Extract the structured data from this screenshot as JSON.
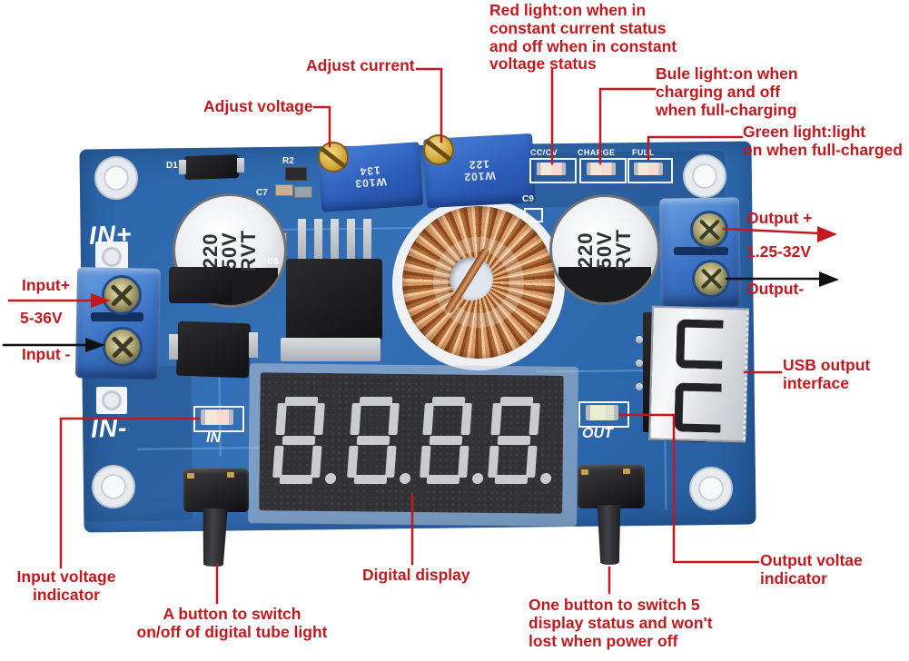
{
  "colors": {
    "annotation_red": "#c2191e",
    "pcb_blue": "#2f6db2",
    "terminal_blue": "#3d79c8",
    "copper": "#c98a52",
    "arrow_black": "#111111"
  },
  "annotations": {
    "red_light": "Red light:on when in\nconstant current status\nand off when in constant\nvoltage status",
    "blue_light": "Bule light:on when\ncharging and off\nwhen full-charging",
    "green_light": "Green light:light\non when full-charged",
    "adjust_current": "Adjust current",
    "adjust_voltage": "Adjust voltage",
    "output_plus": "Output +",
    "output_range": "1.25-32V",
    "output_minus": "Output-",
    "usb": "USB output\ninterface",
    "input_plus": "Input+",
    "input_range": "5-36V",
    "input_minus": "Input -",
    "input_indicator": "Input voltage\nindicator",
    "left_button": "A button to switch\non/off of digital tube light",
    "digital_display": "Digital display",
    "right_button": "One button to switch 5\ndisplay status and won't\nlost when power off",
    "output_indicator": "Output voltae\nindicator"
  },
  "board": {
    "silkscreen": {
      "in_plus": "IN+",
      "in_minus": "IN-",
      "in_led": "IN",
      "out_led": "OUT"
    },
    "led_labels": [
      "CC/CV",
      "CHARGE",
      "FULL"
    ],
    "refs": {
      "d1": "D1",
      "r2": "R2",
      "c7": "C7",
      "c6": "C6",
      "c9": "C9"
    },
    "capacitor_marking": "220\n50V\nRVT",
    "pot_voltage_marking": "W103\n134",
    "pot_current_marking": "W102\n122",
    "display_pattern": "8.8.8.8"
  }
}
